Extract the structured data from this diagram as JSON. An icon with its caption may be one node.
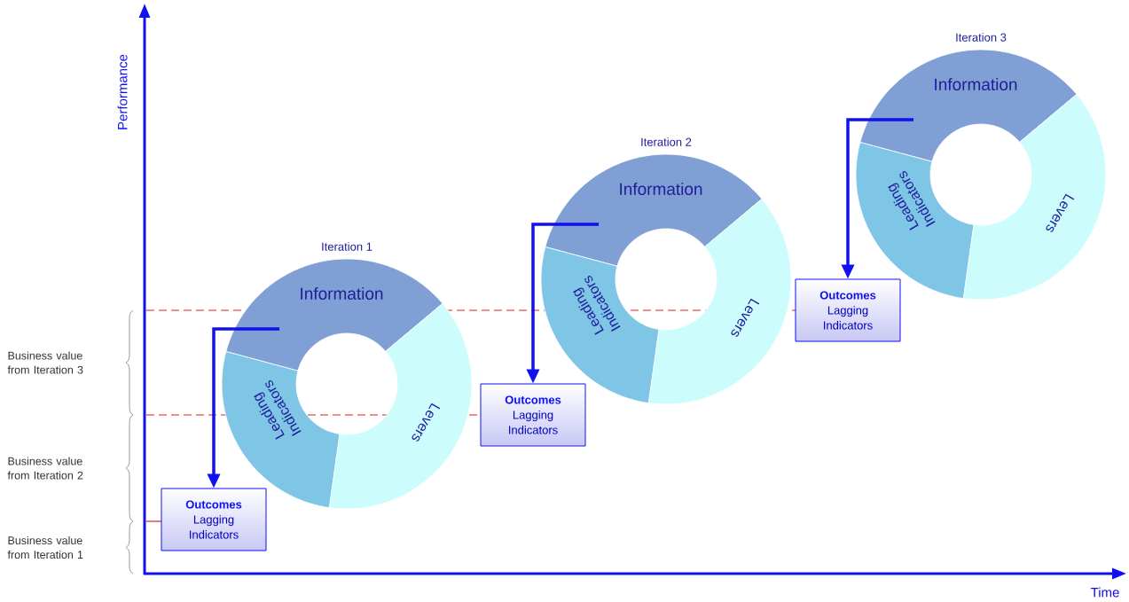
{
  "diagram": {
    "nodes": [
      {
        "text": [
          "Information"
        ],
        "beside": [
          "Iteration 1"
        ]
      },
      {
        "text": [
          "Leading Indicators"
        ]
      },
      {
        "text": [
          "Levers"
        ]
      },
      {
        "text": [
          "Outcomes",
          "Lagging Indicators"
        ]
      },
      {
        "text": [
          "Information"
        ],
        "beside": [
          "Iteration 2"
        ]
      },
      {
        "text": [
          "Leading Indicators"
        ]
      },
      {
        "text": [
          "Levers"
        ]
      },
      {
        "text": [
          "Outcomes",
          "Lagging Indicators"
        ]
      },
      {
        "text": [
          "Information"
        ],
        "beside": [
          "Iteration 3"
        ]
      },
      {
        "text": [
          "Leading Indicators"
        ]
      },
      {
        "text": [
          "Levers"
        ]
      },
      {
        "text": [
          "Outcomes",
          "Lagging Indicators"
        ]
      }
    ],
    "edges": [
      {
        "from": 0,
        "to": 3,
        "arrow": "to"
      },
      {
        "from": 4,
        "to": 7,
        "arrow": "to"
      },
      {
        "from": 8,
        "to": 11,
        "arrow": "to"
      }
    ],
    "labels": [
      "Performance",
      "Business value from Iteration 3",
      "Business value from Iteration 2",
      "Business value from Iteration 1",
      "Time"
    ]
  }
}
